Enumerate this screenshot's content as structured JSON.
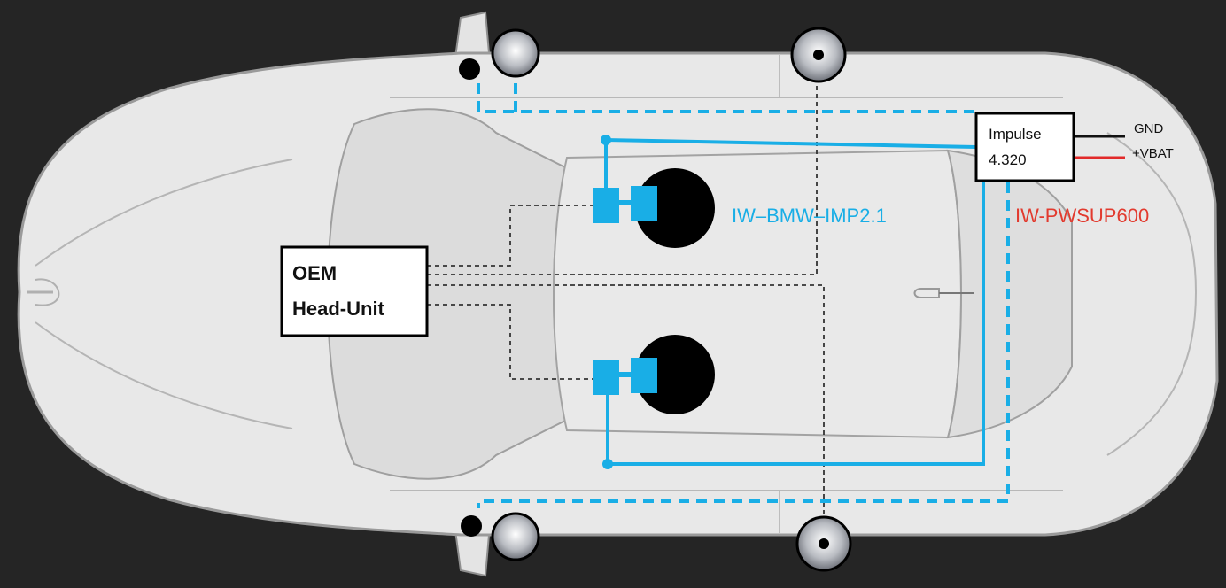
{
  "colors": {
    "background": "#252525",
    "car_body": "#e8e8e8",
    "car_outline": "#9a9a9a",
    "speaker_wire": "#19aee6",
    "signal_wire": "#333333",
    "amp_kit_label": "#19aee6",
    "power_kit_label": "#e23a2e"
  },
  "head_unit": {
    "line1": "OEM",
    "line2": "Head-Unit"
  },
  "amplifier": {
    "line1": "Impulse",
    "line2": "4.320"
  },
  "power": {
    "ground": "GND",
    "battery": "+VBAT"
  },
  "labels": {
    "amp_kit": "IW–BMW–IMP2.1",
    "power_kit": "IW-PWSUP600"
  },
  "icons": {
    "car": "car-top-view-icon",
    "speaker": "speaker-icon",
    "woofer": "woofer-icon",
    "tweeter": "tweeter-icon"
  }
}
